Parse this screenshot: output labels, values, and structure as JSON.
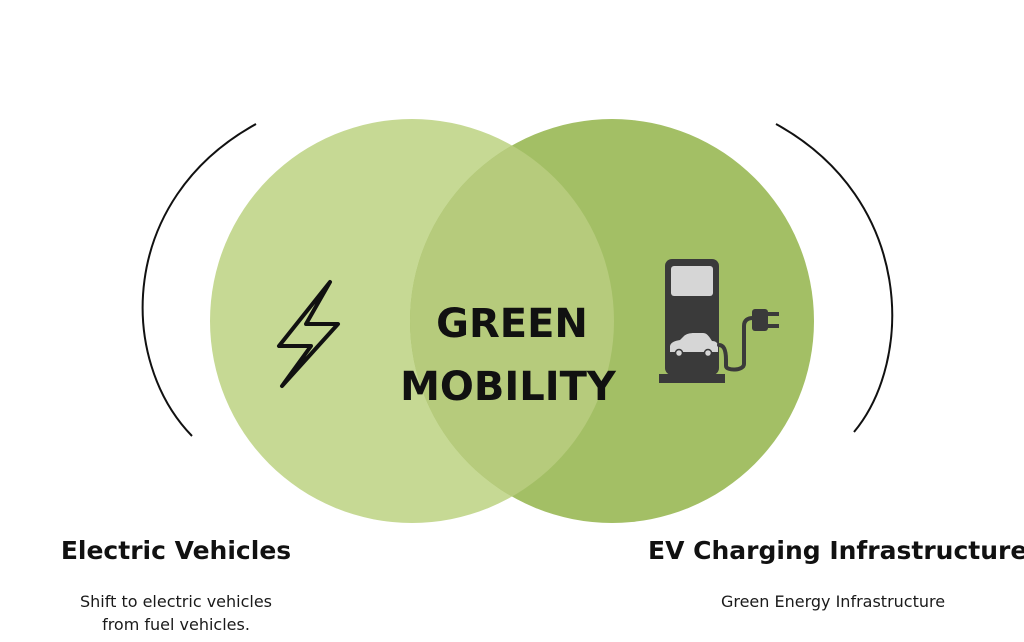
{
  "center_title": {
    "line1": "GREEN",
    "line2": "MOBILITY"
  },
  "left": {
    "title": "Electric Vehicles",
    "description": "Shift to electric vehicles from fuel vehicles.",
    "icon": "lightning-bolt-icon",
    "color": "#c6d994"
  },
  "right": {
    "title": "EV Charging Infrastructure",
    "description": "Green Energy Infrastructure",
    "icon": "charging-station-icon",
    "color": "#a3bf65"
  },
  "overlap_color": "#b6cb7c",
  "icon_color": "#3a3a3a"
}
